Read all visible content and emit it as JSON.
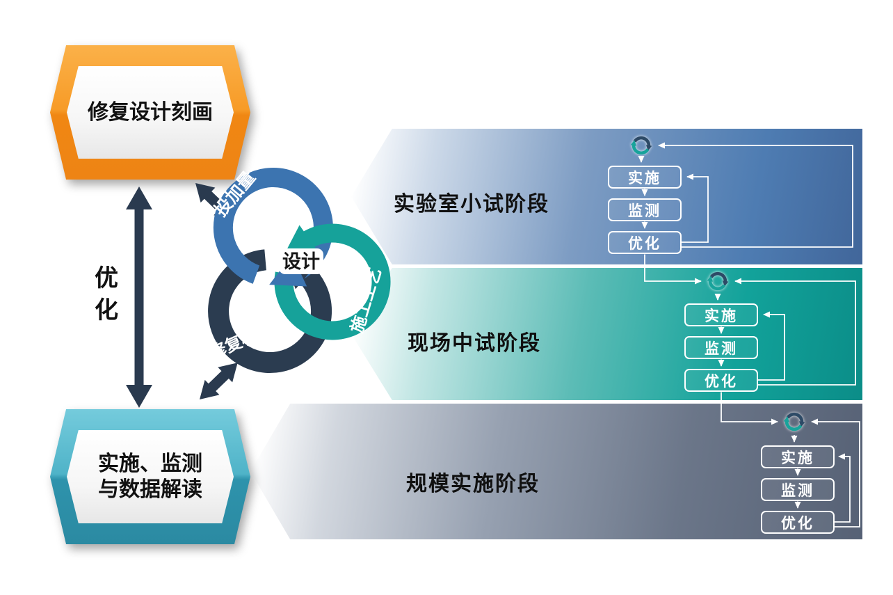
{
  "colors": {
    "orange_light": "#FBB149",
    "orange_dark": "#EE8414",
    "teal_box_light": "#74CBDC",
    "teal_box_dark": "#2B8AA2",
    "band_blue": "#4E7CB2",
    "band_teal": "#12A29A",
    "band_gray": "#6B7689",
    "ring_blue": "#3C74B0",
    "ring_teal": "#16A29A",
    "ring_dark": "#2B3C50",
    "arrow_dark": "#2A3A4F",
    "connector_white": "#FFFFFF"
  },
  "left_column": {
    "top_box_label": "修复设计刻画",
    "bottom_box_line1": "实施、监测",
    "bottom_box_line2": "与数据解读",
    "optimize_label": "优化"
  },
  "cycle": {
    "center_label": "设计",
    "top_arc_label": "投加量",
    "right_arc_label": "施工工艺",
    "bottom_arc_label": "修复材料"
  },
  "stages": [
    {
      "label": "实验室小试阶段",
      "steps": [
        "实施",
        "监测",
        "优化"
      ]
    },
    {
      "label": "现场中试阶段",
      "steps": [
        "实施",
        "监测",
        "优化"
      ]
    },
    {
      "label": "规模实施阶段",
      "steps": [
        "实施",
        "监测",
        "优化"
      ]
    }
  ]
}
